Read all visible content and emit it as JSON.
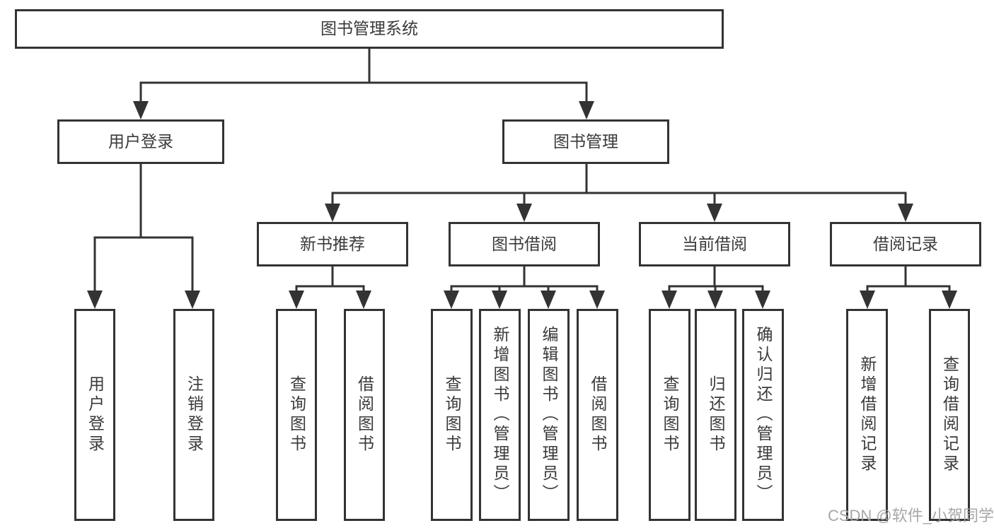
{
  "diagram": {
    "root": {
      "label": "图书管理系统"
    },
    "level2": [
      {
        "label": "用户登录"
      },
      {
        "label": "图书管理"
      }
    ],
    "level3": [
      {
        "label": "新书推荐"
      },
      {
        "label": "图书借阅"
      },
      {
        "label": "当前借阅"
      },
      {
        "label": "借阅记录"
      }
    ],
    "leaves": {
      "user_login": [
        "用户登录",
        "注销登录"
      ],
      "new_book_recommend": [
        "查询图书",
        "借阅图书"
      ],
      "book_borrow": [
        "查询图书",
        "新增图书（管理员）",
        "编辑图书（管理员）",
        "借阅图书"
      ],
      "current_borrow": [
        "查询图书",
        "归还图书",
        "确认归还（管理员）"
      ],
      "borrow_records": [
        "新增借阅记录",
        "查询借阅记录"
      ]
    },
    "colors": {
      "line": "#333333",
      "box_border": "#333333",
      "text": "#3a3a3a",
      "background": "#ffffff",
      "watermark": "#a3a3a3"
    }
  },
  "watermark": {
    "text": "CSDN @软件_小贺同学"
  }
}
